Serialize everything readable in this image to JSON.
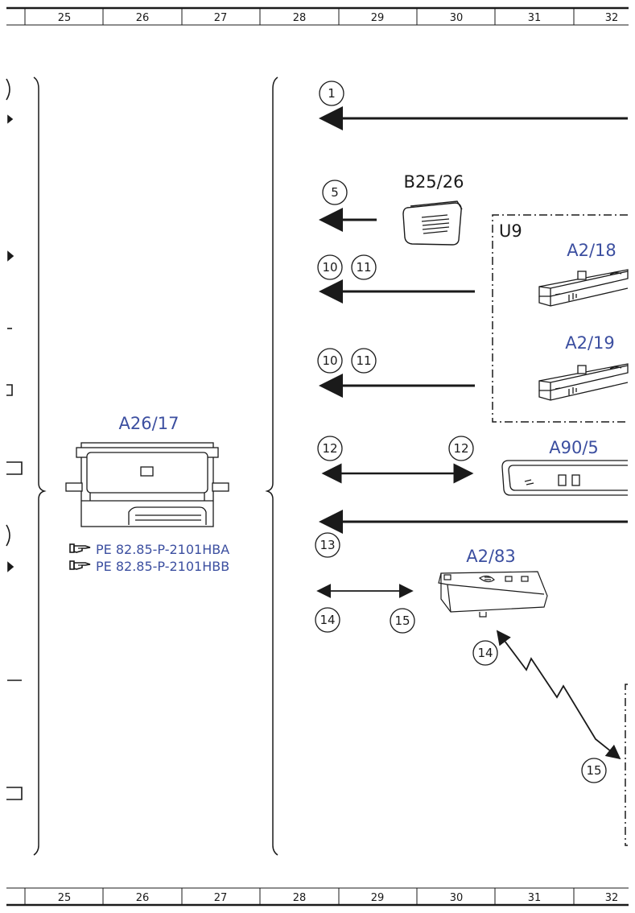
{
  "ruler": {
    "columns": [
      "25",
      "26",
      "27",
      "28",
      "29",
      "30",
      "31",
      "32"
    ]
  },
  "components": {
    "a26_17": "A26/17",
    "b25_26": "B25/26",
    "a2_18": "A2/18",
    "a2_19": "A2/19",
    "a90_5": "A90/5",
    "a2_83": "A2/83",
    "u9": "U9"
  },
  "references": [
    "PE 82.85-P-2101HBA",
    "PE 82.85-P-2101HBB"
  ],
  "callouts": {
    "c1": "1",
    "c5": "5",
    "c10a": "10",
    "c11a": "11",
    "c10b": "10",
    "c11b": "11",
    "c12a": "12",
    "c12b": "12",
    "c13": "13",
    "c14a": "14",
    "c15a": "15",
    "c14b": "14",
    "c15b": "15"
  },
  "colors": {
    "line": "#1a1a1a",
    "label_blue": "#3c4fa0"
  }
}
